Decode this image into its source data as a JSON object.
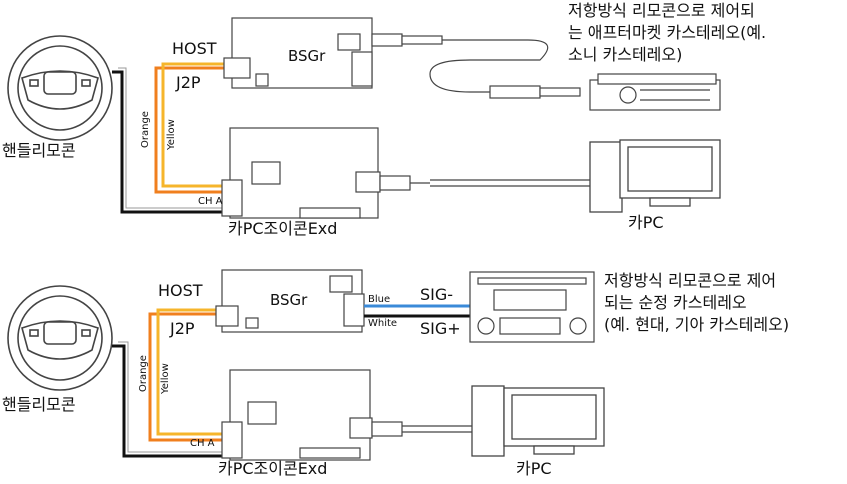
{
  "top": {
    "steering_label": "핸들리모콘",
    "host_label": "HOST",
    "j2p_label": "J2P",
    "bsgr_label": "BSGr",
    "orange_label": "Orange",
    "yellow_label": "Yellow",
    "cha_label": "CH A",
    "joycon_label": "카PC조이콘Exd",
    "pc_label": "카PC",
    "note": "저항방식 리모콘으로 제어되\n는 애프터마켓 카스테레오(예.\n소니 카스테레오)"
  },
  "bottom": {
    "steering_label": "핸들리모콘",
    "host_label": "HOST",
    "j2p_label": "J2P",
    "bsgr_label": "BSGr",
    "blue_label": "Blue",
    "white_label": "White",
    "sig_minus_label": "SIG-",
    "sig_plus_label": "SIG+",
    "orange_label": "Orange",
    "yellow_label": "Yellow",
    "cha_label": "CH A",
    "joycon_label": "카PC조이콘Exd",
    "pc_label": "카PC",
    "note": "저항방식 리모콘으로 제어\n되는 순정 카스테레오\n(예. 현대, 기아 카스테레오)"
  },
  "colors": {
    "orange": "#f07f1e",
    "yellow": "#f6b52b",
    "black": "#111111",
    "blue": "#3a8ad8",
    "outline": "#444444"
  }
}
